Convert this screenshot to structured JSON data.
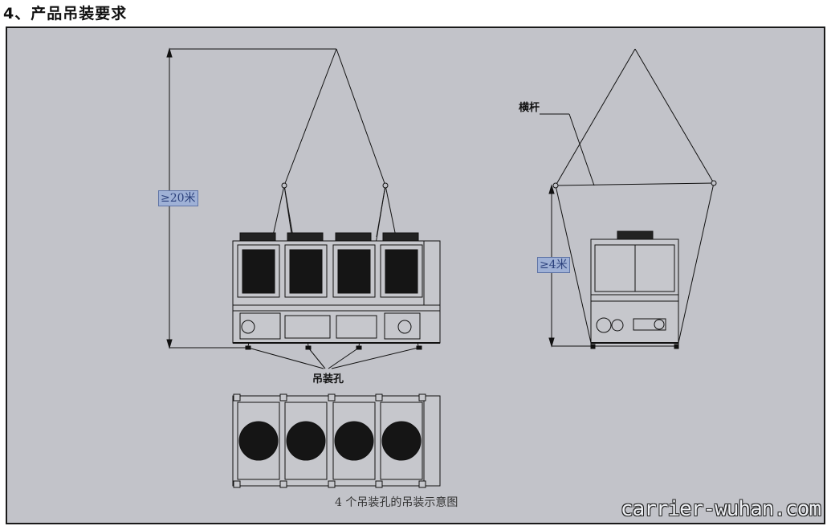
{
  "title": "4、产品吊装要求",
  "labels": {
    "height_long": "≥20米",
    "height_short": "≥4米",
    "spreader_bar": "横杆",
    "lifting_holes": "吊装孔",
    "caption": "4 个吊装孔的吊装示意图",
    "watermark": "carrier-wuhan.com"
  },
  "colors": {
    "panel": "#c2c3c9",
    "line": "#111111",
    "dim_box": "#9fb1d6"
  }
}
